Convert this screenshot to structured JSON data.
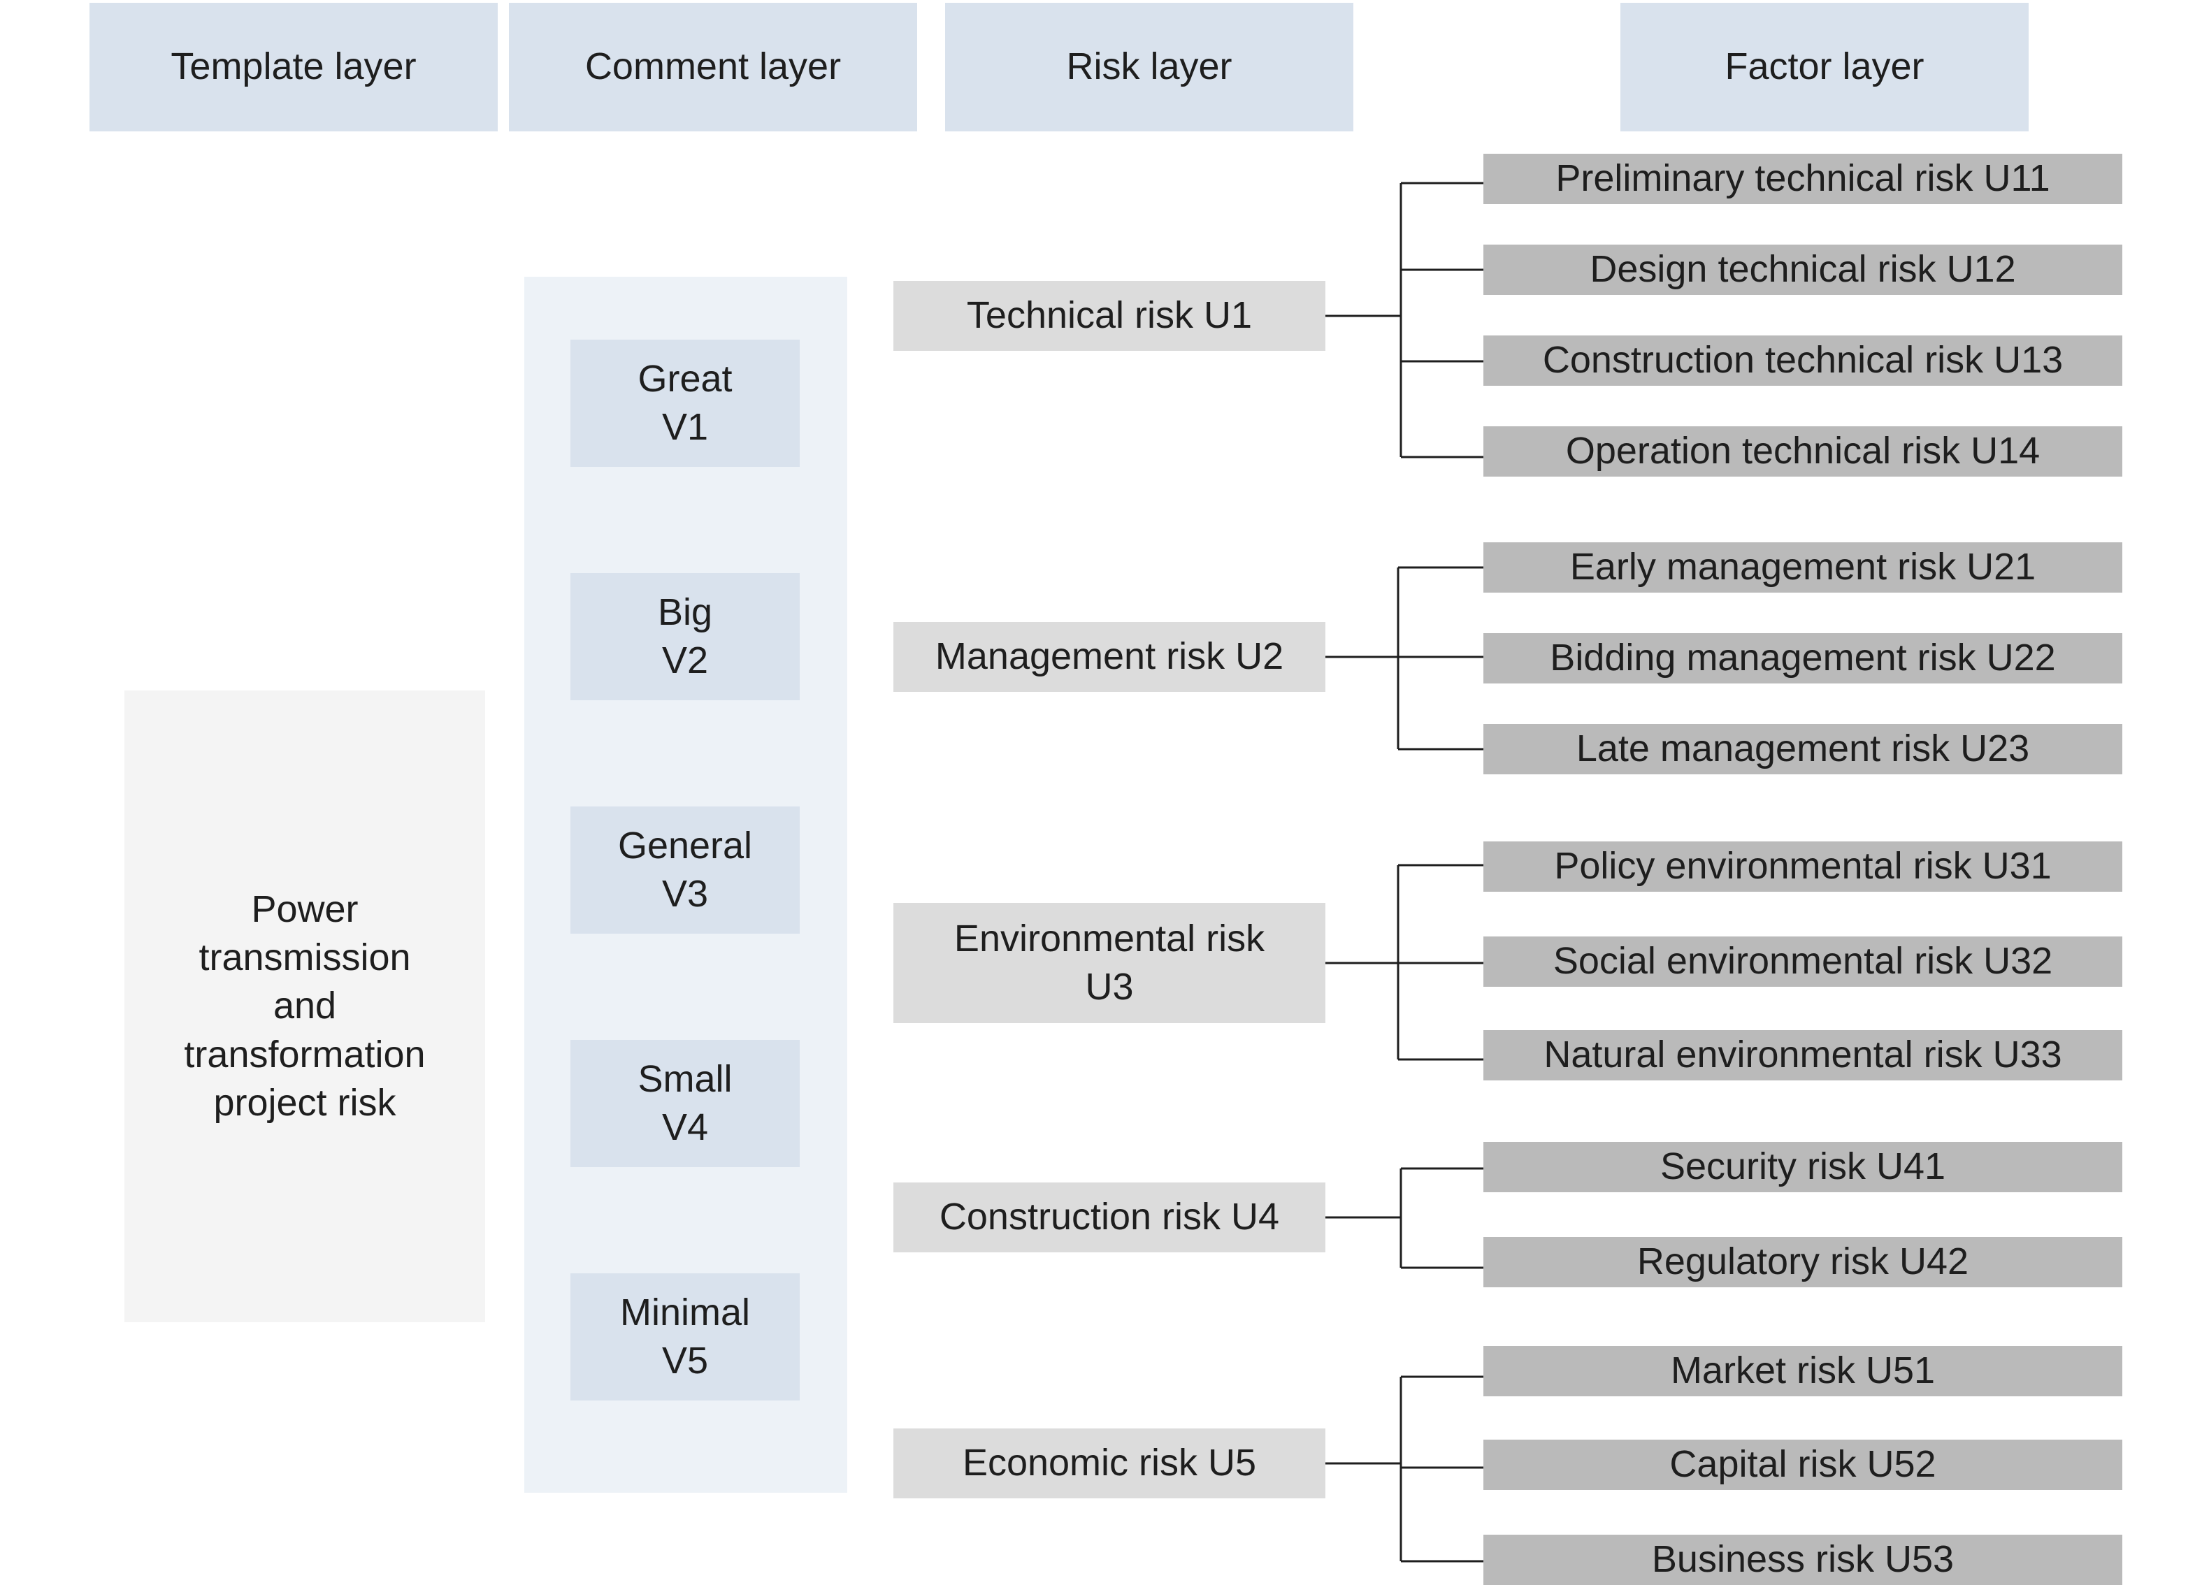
{
  "headers": {
    "template": "Template layer",
    "comment": "Comment layer",
    "risk": "Risk layer",
    "factor": "Factor layer"
  },
  "template": "Power\ntransmission\nand\ntransformation\nproject risk",
  "comments": [
    "Great\nV1",
    "Big\nV2",
    "General\nV3",
    "Small\nV4",
    "Minimal\nV5"
  ],
  "risks": [
    {
      "label": "Technical risk U1",
      "factors": [
        "Preliminary technical risk U11",
        "Design technical risk U12",
        "Construction technical risk U13",
        "Operation technical risk U14"
      ]
    },
    {
      "label": "Management risk U2",
      "factors": [
        "Early management risk U21",
        "Bidding management risk U22",
        "Late management risk U23"
      ]
    },
    {
      "label": "Environmental risk\nU3",
      "factors": [
        "Policy environmental risk U31",
        "Social environmental risk U32",
        "Natural environmental risk U33"
      ]
    },
    {
      "label": "Construction risk U4",
      "factors": [
        "Security risk U41",
        "Regulatory risk U42"
      ]
    },
    {
      "label": "Economic risk U5",
      "factors": [
        "Market risk U51",
        "Capital risk U52",
        "Business risk U53"
      ]
    }
  ]
}
